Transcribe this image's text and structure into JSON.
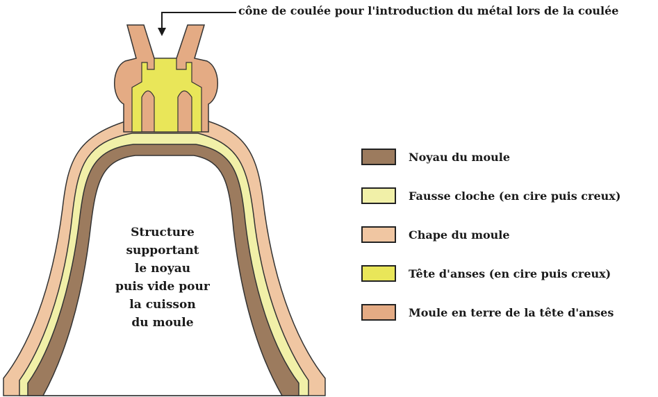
{
  "annotation": {
    "pour_cone": "cône de coulée pour l'introduction du métal lors de la coulée"
  },
  "center_text": [
    "Structure",
    "supportant",
    "le noyau",
    "puis vide pour",
    "la cuisson",
    "du moule"
  ],
  "legend": [
    {
      "label": "Noyau du moule",
      "color": "#9c7b5e"
    },
    {
      "label": "Fausse cloche (en cire puis creux)",
      "color": "#f1f0a8"
    },
    {
      "label": "Chape du moule",
      "color": "#f0c6a2"
    },
    {
      "label": "Tête d'anses (en cire puis creux)",
      "color": "#e9e659"
    },
    {
      "label": "Moule en terre de la tête d'anses",
      "color": "#e4ab84"
    }
  ]
}
